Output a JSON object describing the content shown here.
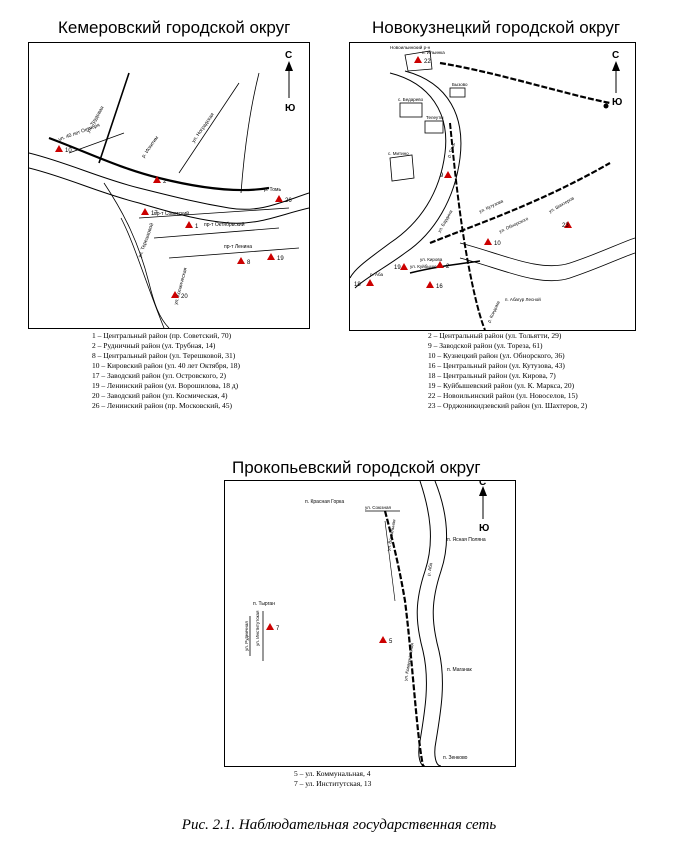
{
  "kemerovo": {
    "title": "Кемеровский городской округ",
    "streets": [
      "ул. 40 лет Октября",
      "ул. Трудовая",
      "р. Искитим",
      "ул. Ноградская",
      "р. Томь",
      "пр-т Советский",
      "пр-т Октябрьский",
      "пр-т Ленина",
      "ул. Терешковой",
      "ул. Космическая"
    ],
    "stations": [
      "2",
      "8",
      "10",
      "17",
      "19",
      "20",
      "26",
      "1"
    ],
    "legend": [
      "1 – Центральный район (пр. Советский, 70)",
      "2 – Рудничный район (ул. Трубная, 14)",
      "8 – Центральный район (ул. Терешковой, 31)",
      "10 – Кировский район (ул. 40 лет Октября, 18)",
      "17 – Заводский район (ул. Островского, 2)",
      "19 – Ленинский район (ул. Ворошилова, 18 д)",
      "20 – Заводский район (ул. Космическая, 4)",
      "26 – Ленинский район (пр. Московский, 45)"
    ]
  },
  "novokuznetsk": {
    "title": "Новокузнецкий городской округ",
    "places": [
      "Новоильинский р-н",
      "п. Ильинка",
      "Бызово",
      "с. Бедарево",
      "Телеуты",
      "с. Митино",
      "п. Абагур Лесной"
    ],
    "streets": [
      "р. Томь",
      "ул. Куйбышева",
      "ул. Кирова",
      "ул. Обнорского",
      "ул. Кутузова",
      "ул. Бардина",
      "ул. Шахтеров",
      "р. Аба",
      "р. Кондома"
    ],
    "stations": [
      "22",
      "9",
      "10",
      "23",
      "2",
      "16",
      "18",
      "19"
    ],
    "legend": [
      "2 – Центральный район (ул. Тольятти, 29)",
      "9 – Заводской район (ул. Тореза, 61)",
      "10 – Кузнецкий район (ул. Обнорского, 36)",
      "16 – Центральный район (ул. Кутузова, 43)",
      "18 – Центральный район (ул. Кирова, 7)",
      "19 – Куйбышевский район (ул. К. Маркса, 20)",
      "22 – Новоильинский район (ул. Новоселов, 15)",
      "23 – Орджоникидзевский район (ул. Шахтеров, 2)"
    ]
  },
  "prokopyevsk": {
    "title": "Прокопьевский городской округ",
    "places": [
      "п. Красная Горка",
      "ул. Союзная",
      "п. Ясная Поляна",
      "п. Тырган",
      "п. Маганак",
      "п. Зенково"
    ],
    "streets": [
      "ул. Вокзальная",
      "р. Аба",
      "ул. Институтская",
      "ул. Рудничная",
      "ул. Коммунальная"
    ],
    "stations": [
      "5",
      "7"
    ],
    "legend": [
      "5 – ул. Коммунальная, 4",
      "7 – ул. Институтская, 13"
    ]
  },
  "compass": {
    "north": "С",
    "south": "Ю"
  },
  "caption": "Рис. 2.1. Наблюдательная государственная сеть",
  "colors": {
    "station": "#cc0000",
    "line": "#000000"
  }
}
